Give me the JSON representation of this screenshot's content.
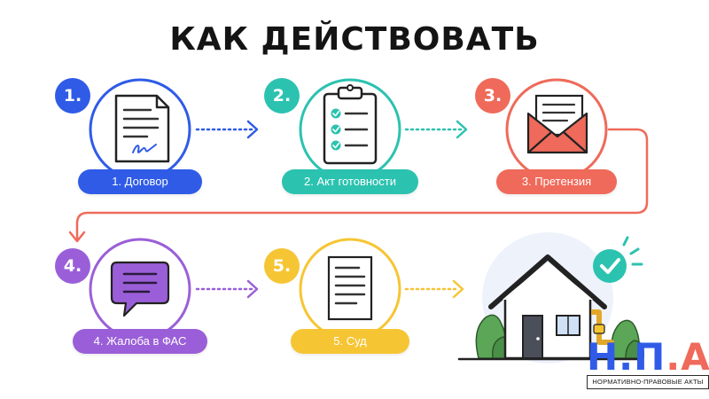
{
  "title": "КАК ДЕЙСТВОВАТЬ",
  "steps": [
    {
      "number": "1.",
      "label": "1. Договор",
      "icon": "contract-document-icon",
      "color": "#2f5be7"
    },
    {
      "number": "2.",
      "label": "2. Акт готовности",
      "icon": "clipboard-checklist-icon",
      "color": "#2cc2b0"
    },
    {
      "number": "3.",
      "label": "3. Претензия",
      "icon": "envelope-letter-icon",
      "color": "#ef6a5a"
    },
    {
      "number": "4.",
      "label": "4. Жалоба в ФАС",
      "icon": "chat-bubble-icon",
      "color": "#9a5fd8"
    },
    {
      "number": "5.",
      "label": "5. Суд",
      "icon": "court-document-icon",
      "color": "#f6c534"
    }
  ],
  "result": {
    "icon": "house-gas-connected-icon",
    "badge_icon": "check-circle-icon",
    "badge_color": "#2cc2b0"
  },
  "logo": {
    "letter_1": "Н",
    "dot_1": ".",
    "letter_2": "П",
    "dot_2": ".",
    "letter_3": "А",
    "tagline": "НОРМАТИВНО-ПРАВОВЫЕ  АКТЫ",
    "color_1": "#2f5be7",
    "color_2": "#ef6a5a"
  }
}
